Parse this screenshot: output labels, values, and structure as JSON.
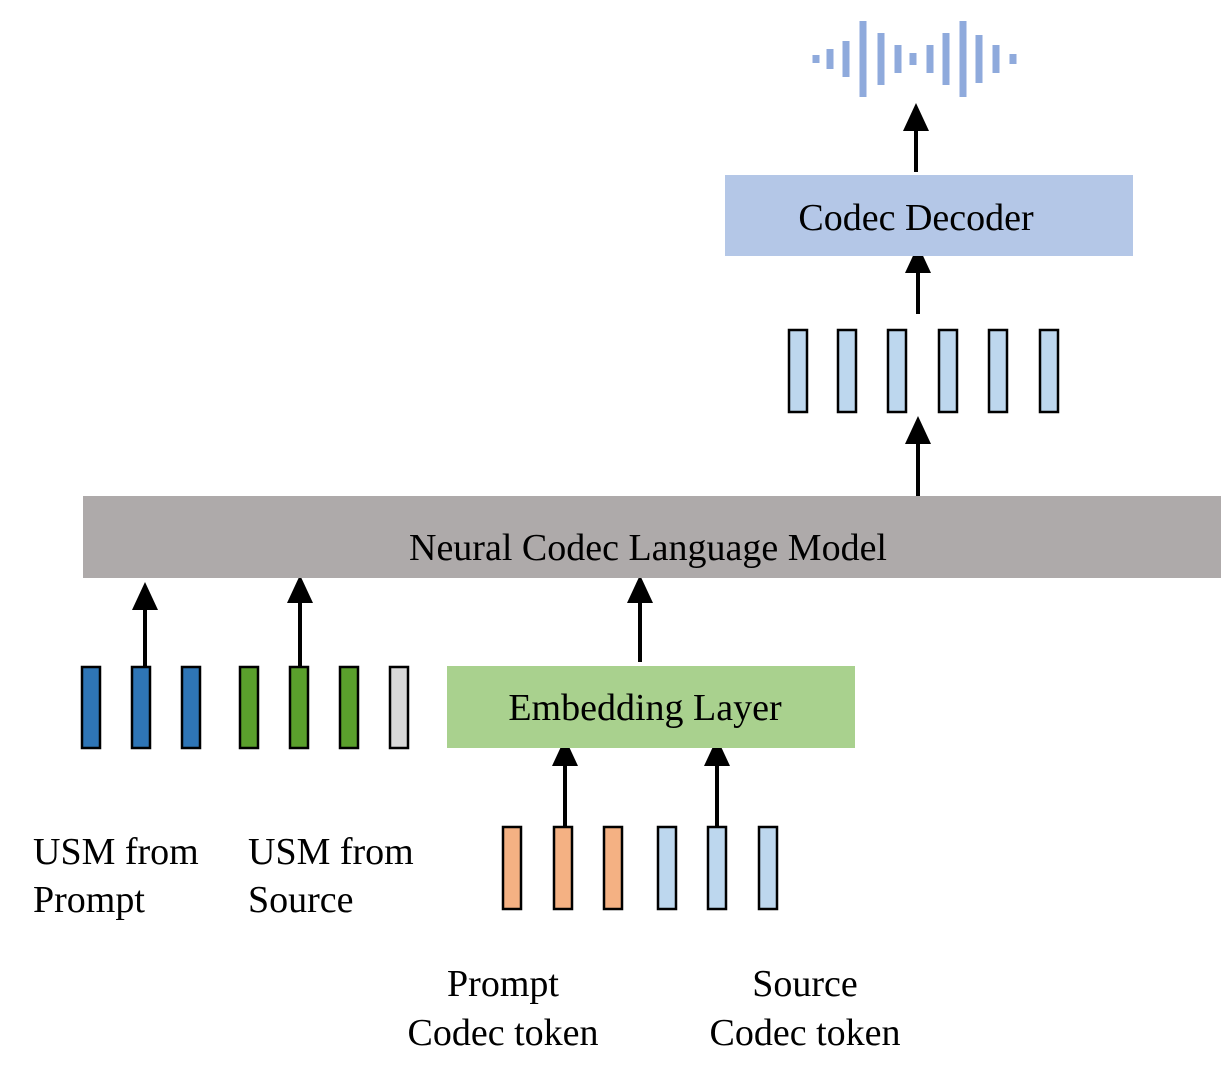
{
  "blocks": {
    "codec_decoder": "Codec Decoder",
    "language_model": "Neural Codec Language Model",
    "embedding_layer": "Embedding Layer"
  },
  "labels": {
    "usm_prompt_line1": "USM from",
    "usm_prompt_line2": "Prompt",
    "usm_source_line1": "USM from",
    "usm_source_line2": "Source",
    "prompt_codec_line1": "Prompt",
    "prompt_codec_line2": "Codec token",
    "source_codec_line1": "Source",
    "source_codec_line2": "Codec token"
  },
  "colors": {
    "decoder_fill": "#b4c7e7",
    "lm_fill": "#aeaaaa",
    "embedding_fill": "#a9d18e",
    "usm_prompt_token": "#2e75b6",
    "usm_source_token": "#5aa02c",
    "usm_blank_token": "#d9d9d9",
    "prompt_codec_token": "#f4b183",
    "source_codec_token": "#bdd7ee",
    "output_token": "#bdd7ee",
    "waveform": "#8faadc"
  },
  "icons": {
    "output": "waveform-icon"
  }
}
